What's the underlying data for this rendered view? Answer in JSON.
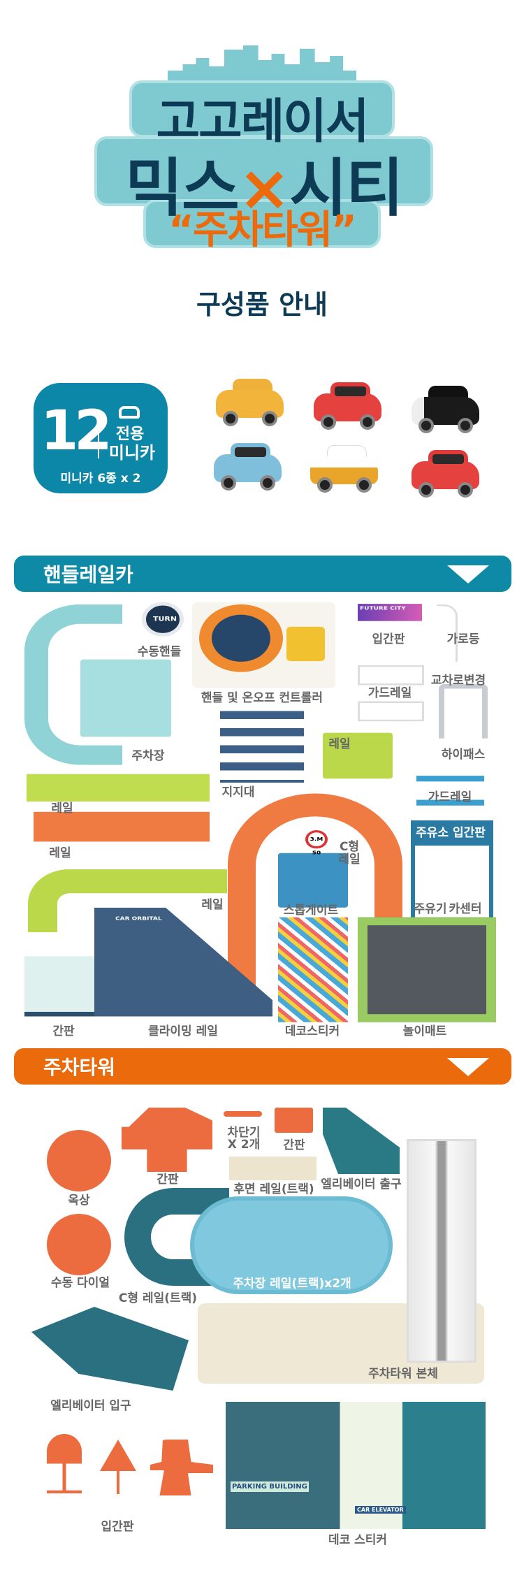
{
  "logo": {
    "line1": "고고레이서",
    "line2_left": "믹스",
    "line2_x": "×",
    "line2_right": "시티",
    "line3": "“주차타워”"
  },
  "page_title": "구성품 안내",
  "minicar_badge": {
    "count": "12",
    "title_line1": "전용",
    "title_line2": "미니카",
    "subtitle": "미니카 6종 x 2",
    "icon": "car-icon"
  },
  "minicars": [
    "dump-truck-yellow",
    "mixer-truck-red",
    "police-car-black",
    "beetle-blue",
    "van-yellow",
    "fire-suv-red"
  ],
  "section1": {
    "title": "핸들레일카",
    "color": "#0f8aa6",
    "labels": {
      "manual_handle": "수동핸들",
      "controller": "핸들 및 온오프 컨트롤러",
      "stand_sign": "입간판",
      "street_light": "가로등",
      "intersection": "교차로변경",
      "guardrail_white": "가드레일",
      "parking_lot": "주차장",
      "support": "지지대",
      "rail_small": "레일",
      "hipass": "하이패스",
      "rail_long_green": "레일",
      "guardrail_blue": "가드레일",
      "rail_orange": "레일",
      "gas_station_sign": "주유소 입간판",
      "c_rail_1": "C형",
      "c_rail_2": "레일",
      "rail_curve_green": "레일",
      "stop_gate": "스톱게이트",
      "gas_pump": "주유기",
      "car_center": "카센터",
      "signboard": "간판",
      "climbing_rail": "클라이밍 레일",
      "deco_sticker": "데코스티커",
      "play_mat": "놀이매트"
    },
    "printed": {
      "future_city": "FUTURE CITY",
      "turn": "TURN",
      "car_orbital": "CAR ORBITAL",
      "speed_limit": "3.M 50"
    }
  },
  "section2": {
    "title": "주차타워",
    "color": "#ea6a0c",
    "labels": {
      "barrier": "차단기",
      "barrier_qty": "X 2개",
      "sign_small": "간판",
      "sign_big": "간판",
      "rooftop": "옥상",
      "rear_rail": "후면 레일(트랙)",
      "elevator_exit": "엘리베이터 출구",
      "manual_dial": "수동 다이얼",
      "c_rail": "C형 레일(트랙)",
      "parking_rail": "주차장 레일(트랙)x2개",
      "tower_body": "주차타워 본체",
      "elevator_entrance": "엘리베이터 입구",
      "stand_sign": "입간판",
      "deco_sticker": "데코 스티커"
    },
    "printed": {
      "parking_building": "PARKING BUILDING",
      "car_elevator": "CAR ELEVATOR"
    }
  }
}
